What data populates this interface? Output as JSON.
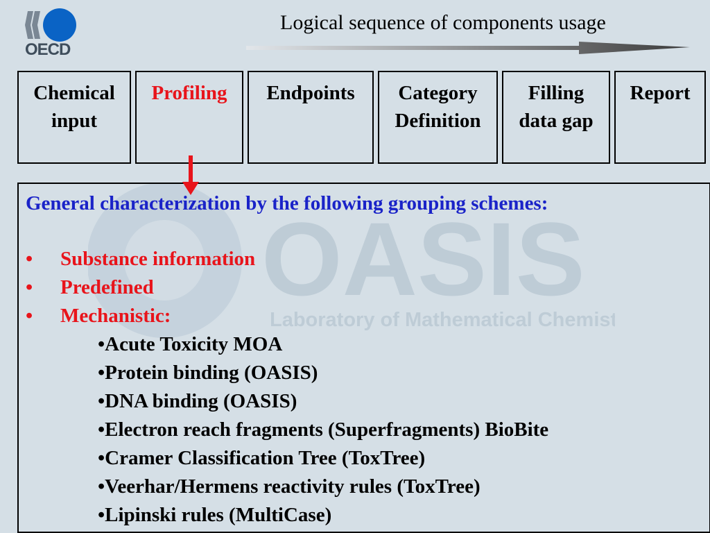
{
  "logo": {
    "text": "OECD"
  },
  "sequence": {
    "title": "Logical sequence of components usage"
  },
  "steps": [
    {
      "label_1": "Chemical",
      "label_2": "input"
    },
    {
      "label_1": "Profiling",
      "label_2": ""
    },
    {
      "label_1": "Endpoints",
      "label_2": ""
    },
    {
      "label_1": "Category",
      "label_2": "Definition"
    },
    {
      "label_1": "Filling",
      "label_2": "data gap"
    },
    {
      "label_1": "Report",
      "label_2": ""
    }
  ],
  "panel": {
    "heading": "General characterization by the following grouping schemes:",
    "bullet_glyph": "•",
    "bullets": [
      "Substance information",
      "Predefined",
      "Mechanistic:"
    ],
    "sub_items": [
      "Acute Toxicity MOA",
      "Protein binding (OASIS)",
      "DNA binding (OASIS)",
      "Electron reach fragments (Superfragments) BioBite",
      "Cramer Classification Tree (ToxTree)",
      "Veerhar/Hermens reactivity rules (ToxTree)",
      "Lipinski rules (MultiCase)"
    ],
    "watermark": {
      "lines": [
        "OASIS",
        "Laboratory of Mathematical Chemistry"
      ]
    }
  },
  "colors": {
    "accent_red": "#e8141b",
    "heading_blue": "#1a23c8",
    "logo_blue": "#0a63c5"
  }
}
